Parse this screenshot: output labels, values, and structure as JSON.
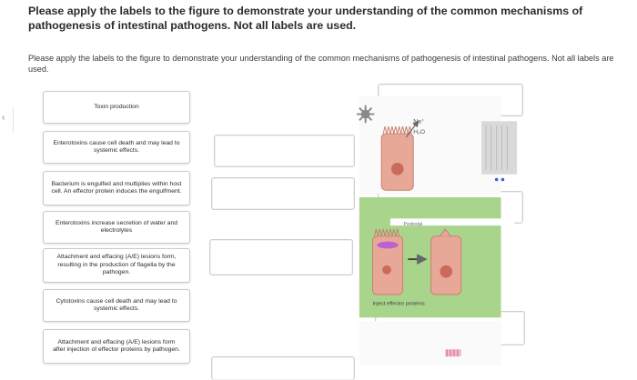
{
  "question": {
    "heading": "Please apply the labels to the figure to demonstrate your understanding of the common mechanisms of pathogenesis of intestinal pathogens. Not all labels are used.",
    "instruction": "Please apply the labels to the figure to demonstrate your understanding of the common mechanisms of pathogenesis of intestinal pathogens. Not all labels are used."
  },
  "labels": [
    "Toxin production",
    "Enterotoxins cause cell death and may lead to systemic effects.",
    "Bacterium is engulfed and multiplies within host cell. An effector protein induces the engulfment.",
    "Enterotoxins increase secretion of water and electrolytes",
    "Attachment and effacing (A/E) lesions form, resulting in the production of flagella by the pathogen.",
    "Cytotoxins cause cell death and may lead to systemic effects.",
    "Attachment and effacing (A/E) lesions form after injection of effector proteins by pathogen."
  ],
  "figure": {
    "ion_label": "Na⁺",
    "water_label": "H₂O",
    "pedestal_label": "Pedestal",
    "effector_label": "Inject effector proteins"
  },
  "colors": {
    "cell_fill": "#e8a898",
    "green_panel": "#a9d48c",
    "gray_panel": "#d9d9d9",
    "nucleus": "#c96a5a",
    "bacteria": "#b34de0"
  }
}
